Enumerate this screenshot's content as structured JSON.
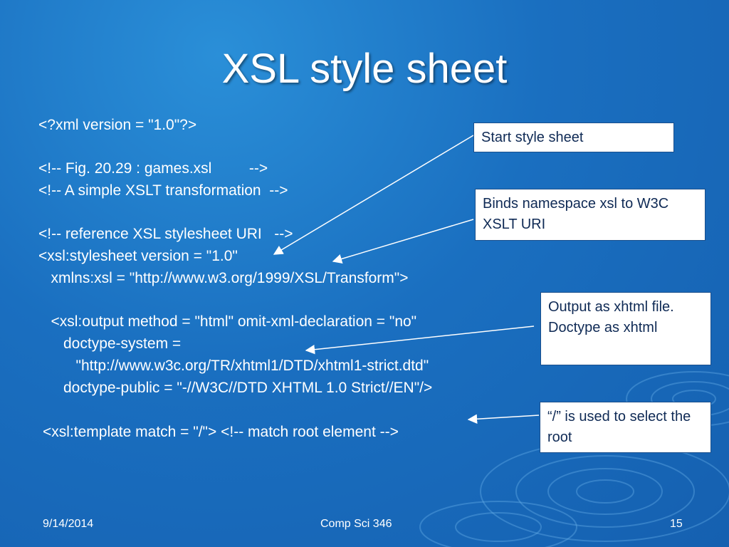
{
  "slide": {
    "title": "XSL style sheet",
    "code_lines": [
      "<?xml version = \"1.0\"?>",
      "<!-- Fig. 20.29 : games.xsl         -->",
      "<!-- A simple XSLT transformation  -->",
      "<!-- reference XSL stylesheet URI   -->",
      "<xsl:stylesheet version = \"1.0\"",
      "   xmlns:xsl = \"http://www.w3.org/1999/XSL/Transform\">",
      "   <xsl:output method = \"html\" omit-xml-declaration = \"no\"",
      "      doctype-system =",
      "         \"http://www.w3c.org/TR/xhtml1/DTD/xhtml1-strict.dtd\"",
      "      doctype-public = \"-//W3C//DTD XHTML 1.0 Strict//EN\"/>",
      "<xsl:template match = \"/\"> <!-- match root element -->"
    ],
    "callouts": [
      "Start style sheet",
      "Binds namespace xsl to W3C XSLT URI",
      "Output as xhtml file.  Doctype as xhtml",
      "“/” is used to select the root"
    ]
  },
  "footer": {
    "date": "9/14/2014",
    "course": "Comp Sci 346",
    "page": "15"
  },
  "colors": {
    "background": "#1a6fc0",
    "callout_bg": "#ffffff",
    "callout_text": "#0f2a55"
  }
}
